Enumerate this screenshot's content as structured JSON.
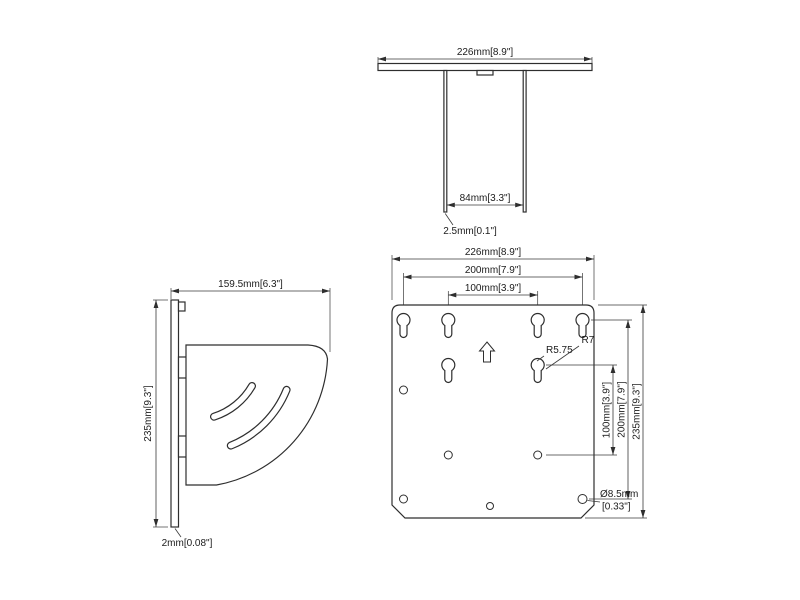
{
  "drawing": {
    "background": "#ffffff",
    "line_color": "#2e2e2e",
    "views": {
      "top": {
        "width": "226mm[8.9\"]",
        "leg_spacing": "84mm[3.3\"]",
        "thickness": "2.5mm[0.1\"]"
      },
      "side": {
        "depth": "159.5mm[6.3\"]",
        "height": "235mm[9.3\"]",
        "thickness": "2mm[0.08\"]"
      },
      "front": {
        "width": "226mm[8.9\"]",
        "hole_spacing_h_outer": "200mm[7.9\"]",
        "hole_spacing_h_inner": "100mm[3.9\"]",
        "hole_spacing_v_inner": "100mm[3.9\"]",
        "hole_spacing_v_outer": "200mm[7.9\"]",
        "height": "235mm[9.3\"]",
        "radius_slot": "R5.75",
        "radius_keyhole": "R7",
        "hole_diameter_line1": "Ø8.5mm",
        "hole_diameter_line2": "[0.33\"]"
      }
    }
  }
}
